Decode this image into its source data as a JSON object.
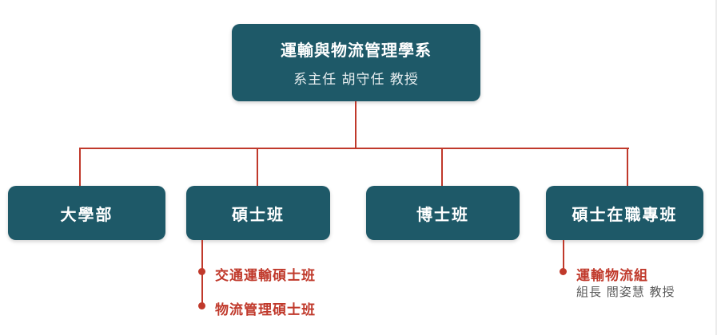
{
  "root": {
    "title": "運輸與物流管理學系",
    "subtitle": "系主任 胡守任 教授"
  },
  "children": [
    {
      "label": "大學部"
    },
    {
      "label": "碩士班",
      "sub_items": [
        "交通運輸碩士班",
        "物流管理碩士班"
      ]
    },
    {
      "label": "博士班"
    },
    {
      "label": "碩士在職專班",
      "group": {
        "name": "運輸物流組",
        "leader": "組長 閻姿慧 教授"
      }
    }
  ],
  "colors": {
    "box_bg": "#1e5968",
    "connector": "#c0392b",
    "sub_item_text": "#c0392b",
    "detail_text": "#595959",
    "box_text": "#ffffff"
  }
}
